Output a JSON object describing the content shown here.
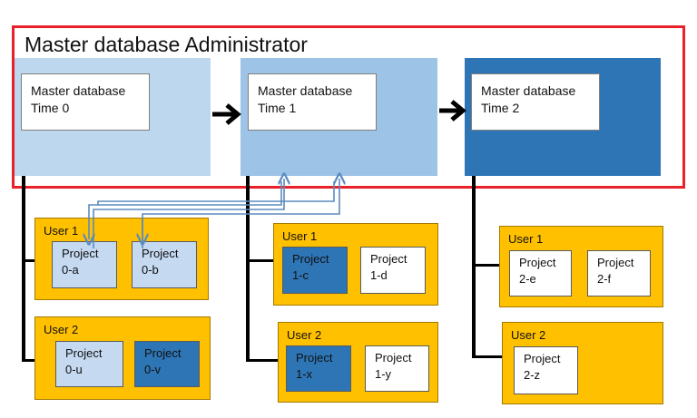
{
  "title": "Master database Administrator",
  "colors": {
    "frame": "#e8212b",
    "panel_time0": "#bdd7ee",
    "panel_time1": "#9dc3e6",
    "panel_time2": "#2e75b6",
    "user_box": "#ffc000",
    "project_light": "#c5d9f1",
    "project_dark": "#2e75b6",
    "project_white": "#ffffff",
    "link_arrow": "#5b8bbf"
  },
  "stages": [
    {
      "line1": "Master database",
      "line2": "Time 0"
    },
    {
      "line1": "Master database",
      "line2": "Time 1"
    },
    {
      "line1": "Master database",
      "line2": "Time 2"
    }
  ],
  "groups": [
    {
      "users": [
        {
          "label": "User 1",
          "projects": [
            {
              "line1": "Project",
              "line2": "0-a",
              "style": "light"
            },
            {
              "line1": "Project",
              "line2": "0-b",
              "style": "light"
            }
          ]
        },
        {
          "label": "User 2",
          "projects": [
            {
              "line1": "Project",
              "line2": "0-u",
              "style": "light"
            },
            {
              "line1": "Project",
              "line2": "0-v",
              "style": "dark"
            }
          ]
        }
      ]
    },
    {
      "users": [
        {
          "label": "User 1",
          "projects": [
            {
              "line1": "Project",
              "line2": "1-c",
              "style": "dark"
            },
            {
              "line1": "Project",
              "line2": "1-d",
              "style": "white"
            }
          ]
        },
        {
          "label": "User 2",
          "projects": [
            {
              "line1": "Project",
              "line2": "1-x",
              "style": "dark"
            },
            {
              "line1": "Project",
              "line2": "1-y",
              "style": "white"
            }
          ]
        }
      ]
    },
    {
      "users": [
        {
          "label": "User 1",
          "projects": [
            {
              "line1": "Project",
              "line2": "2-e",
              "style": "white"
            },
            {
              "line1": "Project",
              "line2": "2-f",
              "style": "white"
            }
          ]
        },
        {
          "label": "User 2",
          "projects": [
            {
              "line1": "Project",
              "line2": "2-z",
              "style": "white"
            }
          ]
        }
      ]
    }
  ]
}
